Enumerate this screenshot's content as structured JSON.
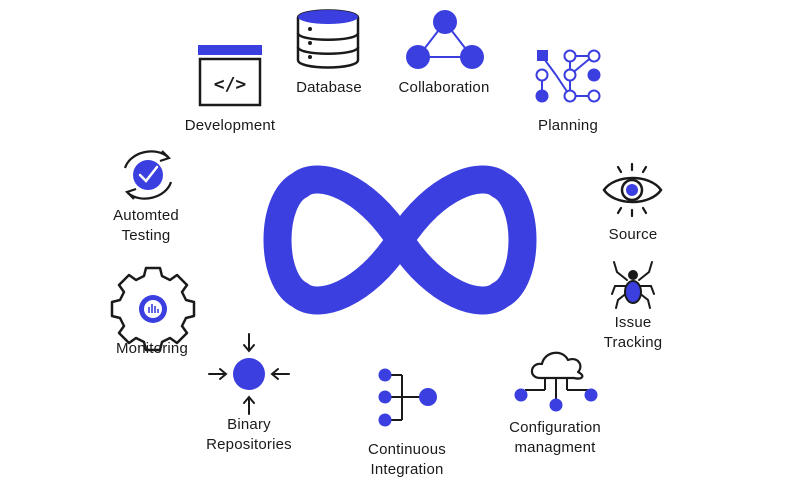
{
  "accent": "#3b3fe0",
  "center": {
    "icon": "infinity-loop-icon"
  },
  "items": [
    {
      "id": "development",
      "line1": "Development",
      "icon": "code-window-icon"
    },
    {
      "id": "database",
      "line1": "Database",
      "icon": "database-icon"
    },
    {
      "id": "collaboration",
      "line1": "Collaboration",
      "icon": "collaboration-triangle-icon"
    },
    {
      "id": "planning",
      "line1": "Planning",
      "icon": "planning-nodes-icon"
    },
    {
      "id": "automated-testing",
      "line1": "Automted",
      "line2": "Testing",
      "icon": "check-cycle-icon"
    },
    {
      "id": "source",
      "line1": "Source",
      "icon": "eye-icon"
    },
    {
      "id": "issue-tracking",
      "line1": "Issue",
      "line2": "Tracking",
      "icon": "bug-icon"
    },
    {
      "id": "monitoring",
      "line1": "Monitoring",
      "icon": "gear-monitor-icon"
    },
    {
      "id": "binary-repositories",
      "line1": "Binary",
      "line2": "Repositories",
      "icon": "arrows-converge-icon"
    },
    {
      "id": "continuous-integration",
      "line1": "Continuous",
      "line2": "Integration",
      "icon": "merge-nodes-icon"
    },
    {
      "id": "configuration-management",
      "line1": "Configuration",
      "line2": "managment",
      "icon": "cloud-network-icon"
    }
  ]
}
